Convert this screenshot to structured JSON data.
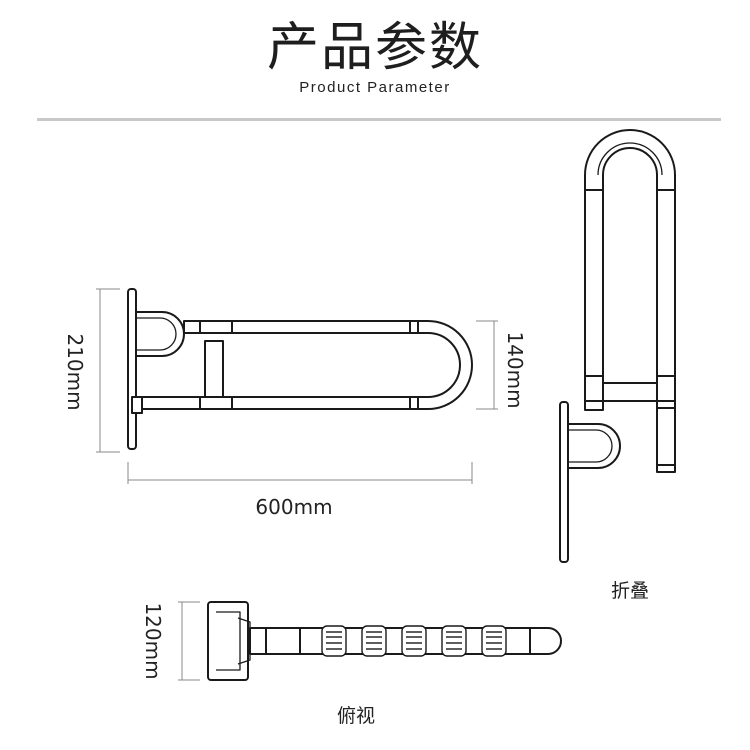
{
  "header": {
    "title": "产品参数",
    "subtitle": "Product Parameter"
  },
  "dimensions": {
    "height_side": "210mm",
    "height_rail": "140mm",
    "length": "600mm",
    "depth_top": "120mm"
  },
  "views": {
    "folded_label": "折叠",
    "top_view_label": "俯视"
  },
  "colors": {
    "line": "#1a1a1a",
    "dim_line": "#888888",
    "divider": "#c9c9c9"
  }
}
